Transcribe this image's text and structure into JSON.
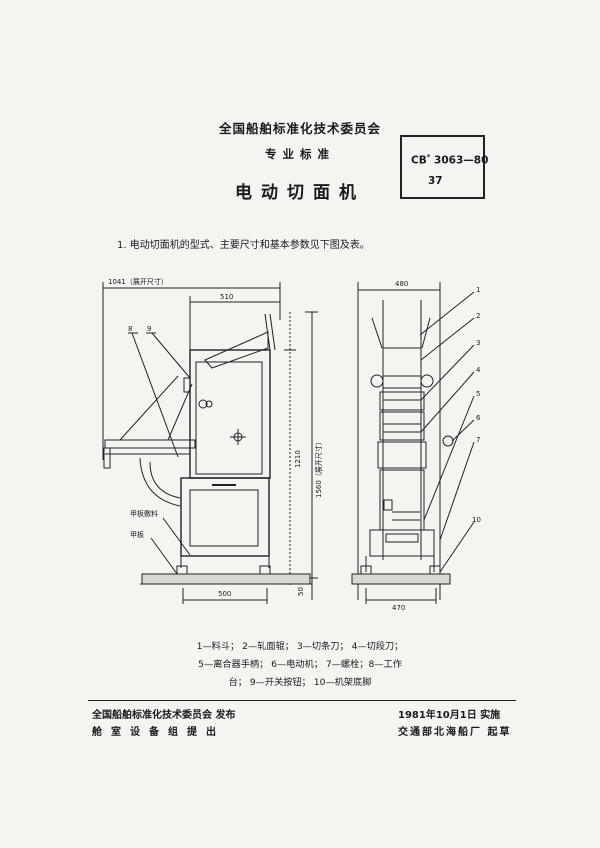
{
  "header": {
    "organization": "全国船舶标准化技术委员会",
    "profession_standard": "专业标准",
    "title": "电动切面机",
    "code_main": "CB",
    "code_sup": "*",
    "code_number": "3063—80",
    "code_sub": "37"
  },
  "intro": "1. 电动切面机的型式、主要尺寸和基本参数见下图及表。",
  "drawing": {
    "dim_1041": "1041（展开尺寸）",
    "dim_510": "510",
    "dim_1210": "1210",
    "dim_1560": "1560（展开尺寸）",
    "dim_50": "50",
    "dim_500": "500",
    "dim_480": "480",
    "dim_470": "470",
    "label_deck_covering": "甲板敷料",
    "label_deck": "甲板",
    "callouts_side": [
      "8",
      "9"
    ],
    "callouts_front": [
      "1",
      "2",
      "3",
      "4",
      "5",
      "6",
      "7",
      "10"
    ]
  },
  "legend": {
    "line1": "1—料斗；  2—轧面辊；  3—切条刀；  4—切段刀；",
    "line2": "5—离合器手柄；  6—电动机；  7—螺栓；8—工作",
    "line3": "台；  9—开关按钮；  10—机架底脚"
  },
  "footer": {
    "left_line1": "全国船舶标准化技术委员会  发布",
    "left_line2": "舱室设备组提出",
    "right_line1": "1981年10月1日  实施",
    "right_line2": "交通部北海船厂  起草"
  }
}
